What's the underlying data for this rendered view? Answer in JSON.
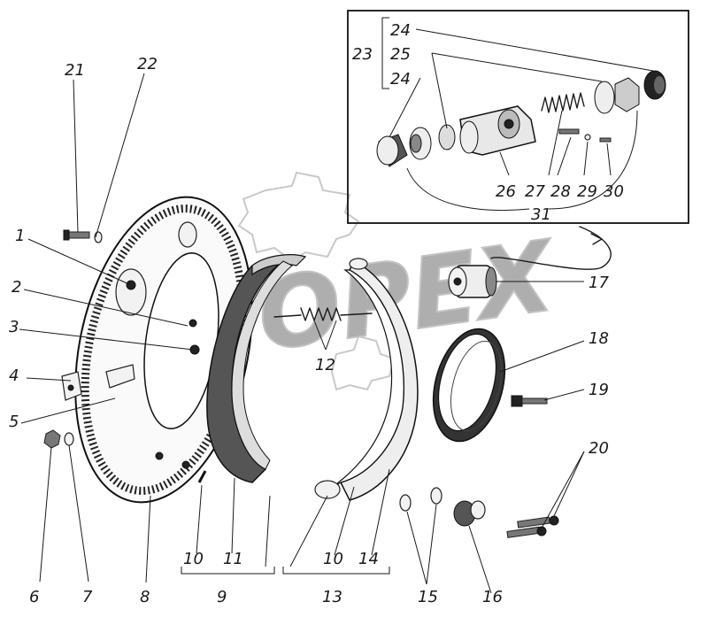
{
  "watermark": "OPEX",
  "callouts": {
    "c1": "1",
    "c2": "2",
    "c3": "3",
    "c4": "4",
    "c5": "5",
    "c6": "6",
    "c7": "7",
    "c8": "8",
    "c9": "9",
    "c10a": "10",
    "c10b": "10",
    "c11": "11",
    "c12": "12",
    "c13": "13",
    "c14": "14",
    "c15": "15",
    "c16": "16",
    "c17": "17",
    "c18": "18",
    "c19": "19",
    "c20": "20",
    "c21": "21",
    "c22": "22",
    "c23": "23",
    "c24a": "24",
    "c24b": "24",
    "c25": "25",
    "c26": "26",
    "c27": "27",
    "c28": "28",
    "c29": "29",
    "c30": "30",
    "c31": "31"
  }
}
